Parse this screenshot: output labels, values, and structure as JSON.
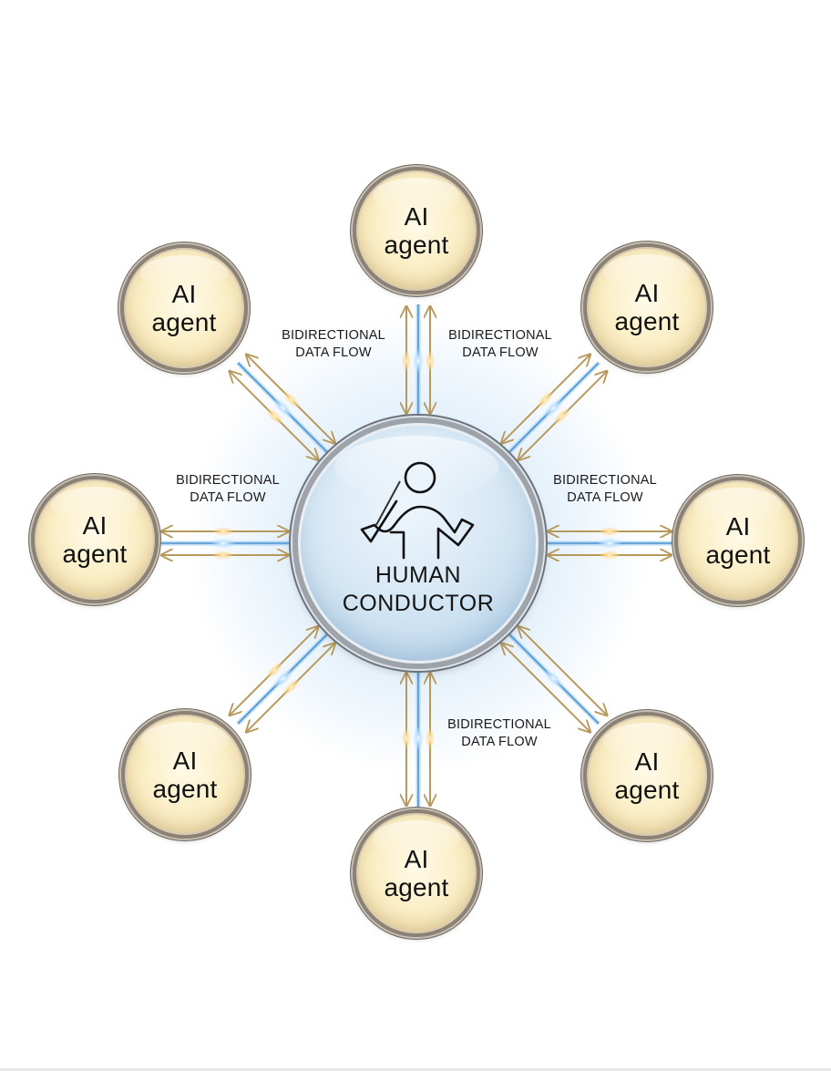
{
  "diagram": {
    "center": {
      "line1": "HUMAN",
      "line2": "CONDUCTOR",
      "icon": "conductor-figure-with-baton-icon"
    },
    "agents": [
      {
        "position": "top",
        "line1": "AI",
        "line2": "agent"
      },
      {
        "position": "top-right",
        "line1": "AI",
        "line2": "agent"
      },
      {
        "position": "right",
        "line1": "AI",
        "line2": "agent"
      },
      {
        "position": "bottom-right",
        "line1": "AI",
        "line2": "agent"
      },
      {
        "position": "bottom",
        "line1": "AI",
        "line2": "agent"
      },
      {
        "position": "bottom-left",
        "line1": "AI",
        "line2": "agent"
      },
      {
        "position": "left",
        "line1": "AI",
        "line2": "agent"
      },
      {
        "position": "top-left",
        "line1": "AI",
        "line2": "agent"
      }
    ],
    "flow_labels": [
      {
        "position": "upper-left",
        "line1": "BIDIRECTIONAL",
        "line2": "DATA FLOW"
      },
      {
        "position": "upper-right",
        "line1": "BIDIRECTIONAL",
        "line2": "DATA FLOW"
      },
      {
        "position": "left",
        "line1": "BIDIRECTIONAL",
        "line2": "DATA FLOW"
      },
      {
        "position": "right",
        "line1": "BIDIRECTIONAL",
        "line2": "DATA FLOW"
      },
      {
        "position": "lower-center",
        "line1": "BIDIRECTIONAL",
        "line2": "DATA FLOW"
      }
    ],
    "colors": {
      "agent_fill": "#fbefc8",
      "agent_rim": "#8b8175",
      "center_fill": "#d7e8f5",
      "center_rim": "#9ea3aa",
      "arrow_gold": "#b8995c",
      "line_blue": "#7fb8e6",
      "text": "#111111"
    }
  }
}
